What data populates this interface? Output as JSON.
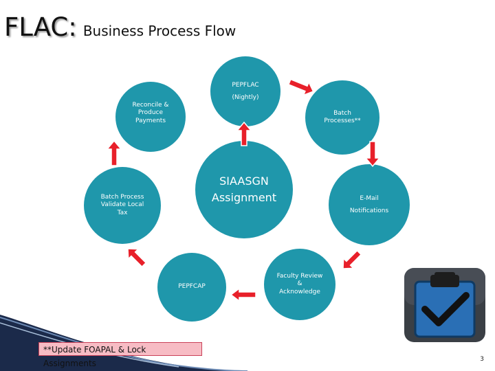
{
  "title": {
    "main": "FLAC:",
    "sub": "Business Process Flow"
  },
  "nodes": {
    "pepflac": "PEPFLAC\n(Nightly)",
    "batch_processes": "Batch\nProcesses**",
    "email": "E-Mail\nNotifications",
    "faculty_review": "Faculty Review\n&\nAcknowledge",
    "pepfcap": "PEPFCAP",
    "batch_process_tax": "Batch Process\nValidate Local\nTax",
    "reconcile": "Reconcile &\nProduce\nPayments",
    "siaasgn": "SIAASGN\nAssignment"
  },
  "footer_note": "**Update FOAPAL & Lock Assignments",
  "page_number": "3",
  "colors": {
    "node": "#1f97ab",
    "arrow": "#e8202a",
    "arrow_outline": "#ffffff"
  },
  "icons": {
    "clipboard": "clipboard-check-icon"
  }
}
